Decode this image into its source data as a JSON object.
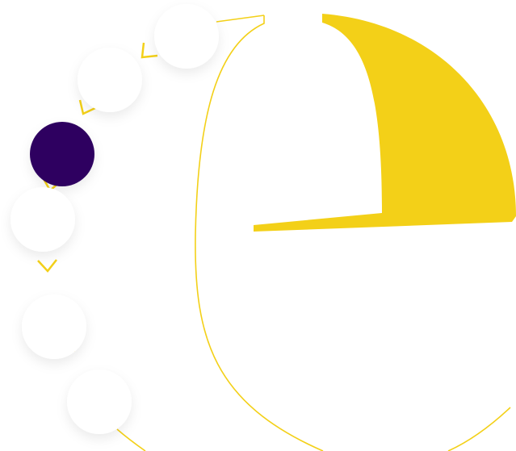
{
  "colors": {
    "accent": "#f3d018",
    "active": "#2e0360",
    "node": "#ffffff"
  },
  "steps": [
    {
      "state": "inactive"
    },
    {
      "state": "inactive"
    },
    {
      "state": "active"
    },
    {
      "state": "inactive"
    },
    {
      "state": "inactive"
    },
    {
      "state": "inactive"
    }
  ]
}
